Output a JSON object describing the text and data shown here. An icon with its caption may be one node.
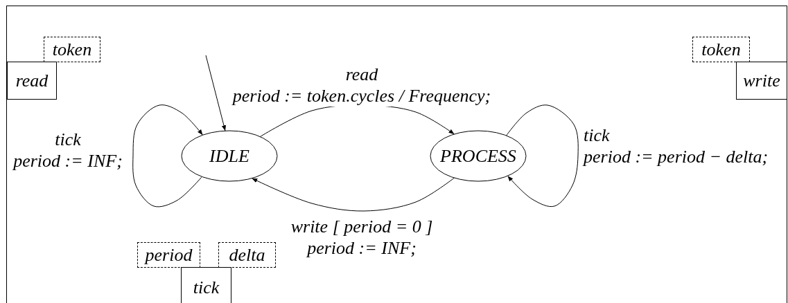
{
  "diagram": {
    "nodes": [
      {
        "text": [],
        "shape": "box"
      },
      {
        "text": [
          "token"
        ],
        "in": 0
      },
      {
        "text": [
          "read"
        ],
        "in": 0
      },
      {
        "text": [
          "token"
        ],
        "in": 0
      },
      {
        "text": [
          "write"
        ],
        "in": 0
      },
      {
        "text": [
          "IDLE"
        ],
        "in": 0
      },
      {
        "text": [
          "PROCESS"
        ],
        "in": 0
      },
      {
        "text": [
          "period"
        ],
        "in": 0
      },
      {
        "text": [
          "delta"
        ],
        "in": 0
      },
      {
        "text": [
          "tick"
        ],
        "in": 0
      }
    ],
    "edges": [
      {
        "from": null,
        "to": 5,
        "arrow": "to"
      },
      {
        "from": 5,
        "to": 6,
        "arrow": "to",
        "label": "read period := token.cycles / Frequency;"
      },
      {
        "from": 6,
        "to": 5,
        "arrow": "to",
        "label": "write [ period = 0 ] period := INF;"
      },
      {
        "from": 5,
        "to": 5,
        "arrow": "to",
        "label": "tick period := INF;"
      },
      {
        "from": 6,
        "to": 6,
        "arrow": "to",
        "label": "tick period := period − delta;"
      }
    ]
  }
}
